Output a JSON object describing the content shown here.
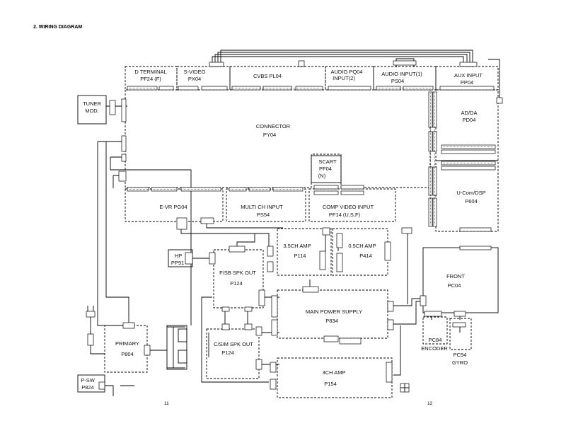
{
  "title": "2. WIRING DIAGRAM",
  "page_numbers": {
    "left": "11",
    "right": "12"
  },
  "blocks": {
    "d_terminal": {
      "line1": "D TERMINAL",
      "line2": "PF24 (F)"
    },
    "s_video": {
      "line1": "S-VIDEO",
      "line2": "PX04"
    },
    "cvbs": {
      "line1": "CVBS   PL04"
    },
    "audio_pq04": {
      "line1": "AUDIO  PQ04",
      "line2": "INPUT(2)"
    },
    "audio_input1": {
      "line1": "AUDIO INPUT(1)",
      "line2": "PS04"
    },
    "aux_input": {
      "line1": "AUX INPUT",
      "line2": "PP04"
    },
    "tuner": {
      "line1": "TUNER",
      "line2": "MOD."
    },
    "connector": {
      "line1": "CONNECTOR",
      "line2": "PY04"
    },
    "ad_da": {
      "line1": "AD/DA",
      "line2": "PD04"
    },
    "scart": {
      "line1": "SCART",
      "line2": "PF04",
      "line3": "(N)"
    },
    "u_com": {
      "line1": "U-Com/DSP",
      "line2": "P604"
    },
    "e_vr": {
      "line1": "E-VR      PG04"
    },
    "multi_ch": {
      "line1": "MULTI CH INPUT",
      "line2": "PS54"
    },
    "comp_video": {
      "line1": "COMP VIDEO INPUT",
      "line2": "PF14   (U,S,F)"
    },
    "amp_35ch": {
      "line1": "3.5CH AMP",
      "line2": "P114"
    },
    "amp_05ch": {
      "line1": "0.5CH AMP",
      "line2": "P414"
    },
    "hp": {
      "line1": "HP",
      "line2": "PP91"
    },
    "fsb_spk": {
      "line1": "F/SB SPK OUT",
      "line2": "P124"
    },
    "main_power": {
      "line1": "MAIN POWER SUPPLY",
      "line2": "P834"
    },
    "front": {
      "line1": "FRONT",
      "line2": "PC04"
    },
    "encoder": {
      "line1": "PC84",
      "line2": "ENCODER"
    },
    "gyro": {
      "line1": "PC94",
      "line2": "GYRO"
    },
    "primary": {
      "line1": "PRIMARY",
      "line2": "P804"
    },
    "csm_spk": {
      "line1": "C/S/M SPK OUT",
      "line2": "P124"
    },
    "amp_3ch": {
      "line1": "3CH AMP",
      "line2": "P154"
    },
    "psw": {
      "line1": "P-SW",
      "line2": "P824"
    }
  }
}
